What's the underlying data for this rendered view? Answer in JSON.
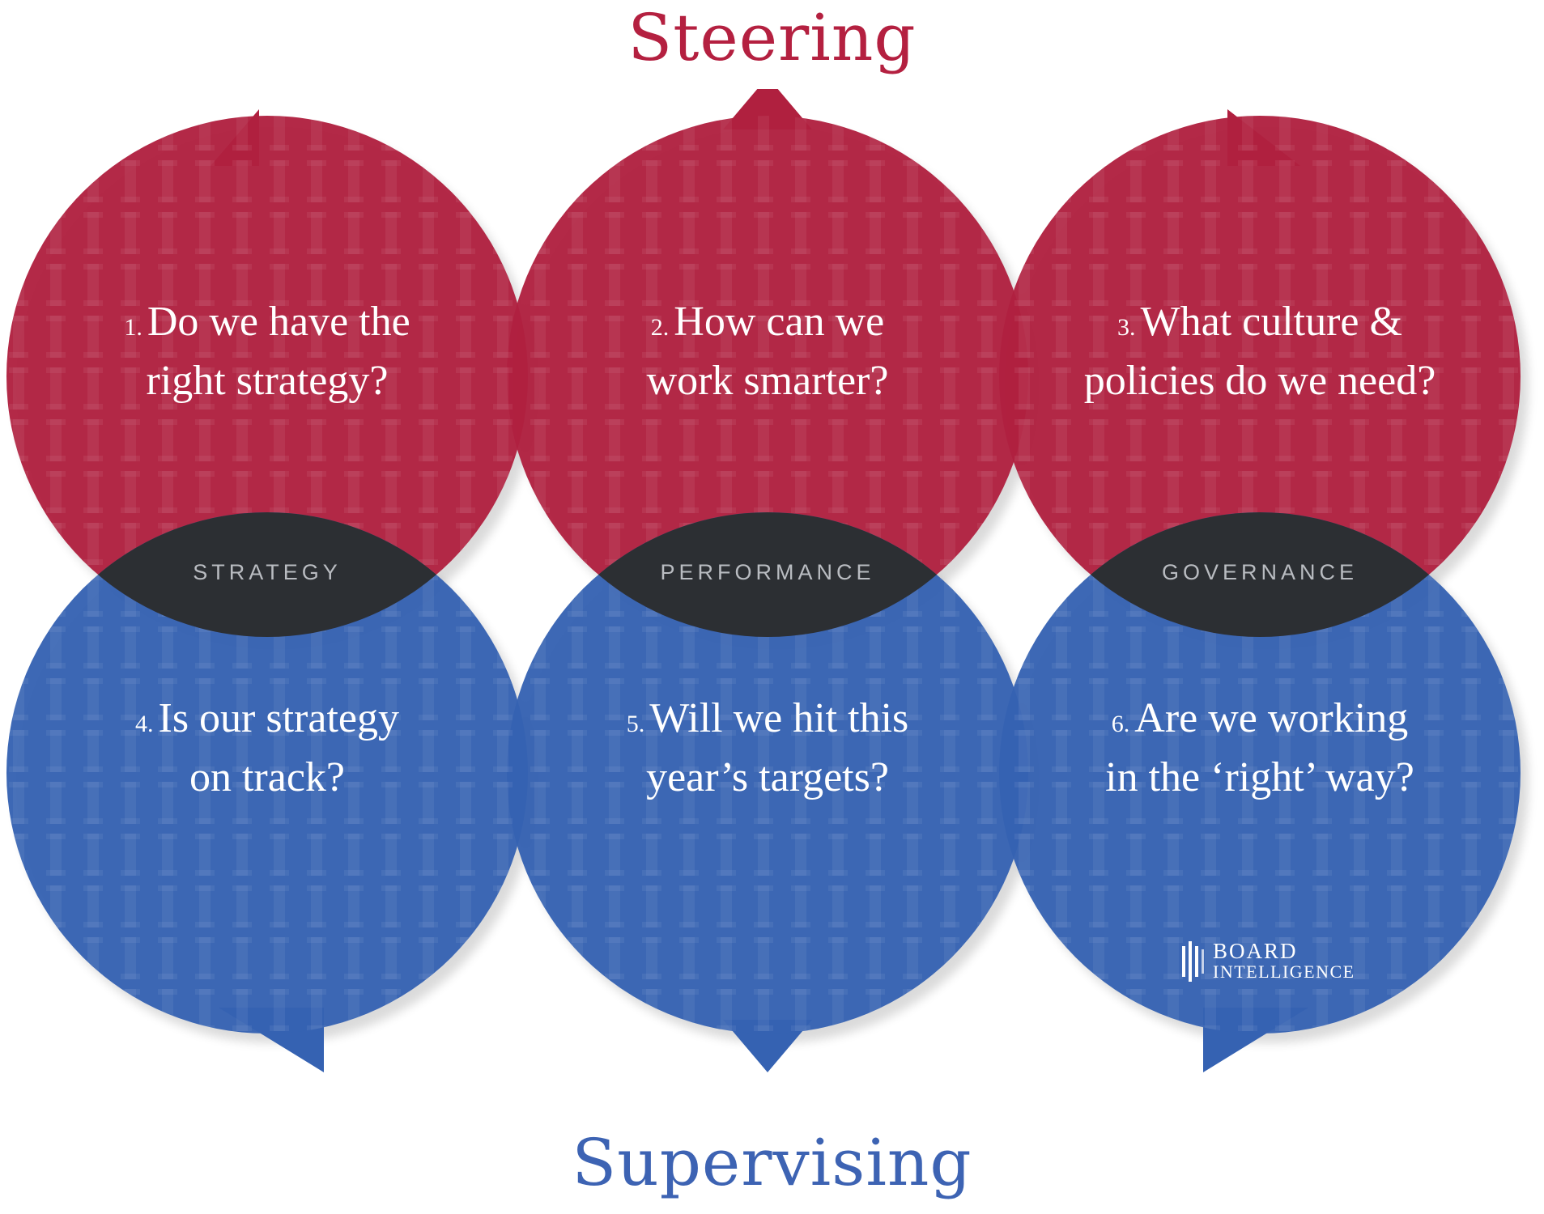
{
  "headings": {
    "top": "Steering",
    "bottom": "Supervising"
  },
  "colors": {
    "steering": "#b0203f",
    "supervising": "#3562b2",
    "overlap": "#2c2f33",
    "overlap_label": "#b9bcc1"
  },
  "questions": [
    {
      "num": "1.",
      "line1": "Do we have the",
      "line2": "right strategy?"
    },
    {
      "num": "2.",
      "line1": "How can we",
      "line2": "work smarter?"
    },
    {
      "num": "3.",
      "line1": "What culture &",
      "line2": "policies do we need?"
    },
    {
      "num": "4.",
      "line1": "Is our strategy",
      "line2": "on track?"
    },
    {
      "num": "5.",
      "line1": "Will we hit this",
      "line2": "year’s targets?"
    },
    {
      "num": "6.",
      "line1": "Are we working",
      "line2": "in the ‘right’ way?"
    }
  ],
  "overlaps": [
    "STRATEGY",
    "PERFORMANCE",
    "GOVERNANCE"
  ],
  "logo": {
    "icon": "board-intelligence-logo-icon",
    "line1": "BOARD",
    "line2": "INTELLIGENCE"
  }
}
